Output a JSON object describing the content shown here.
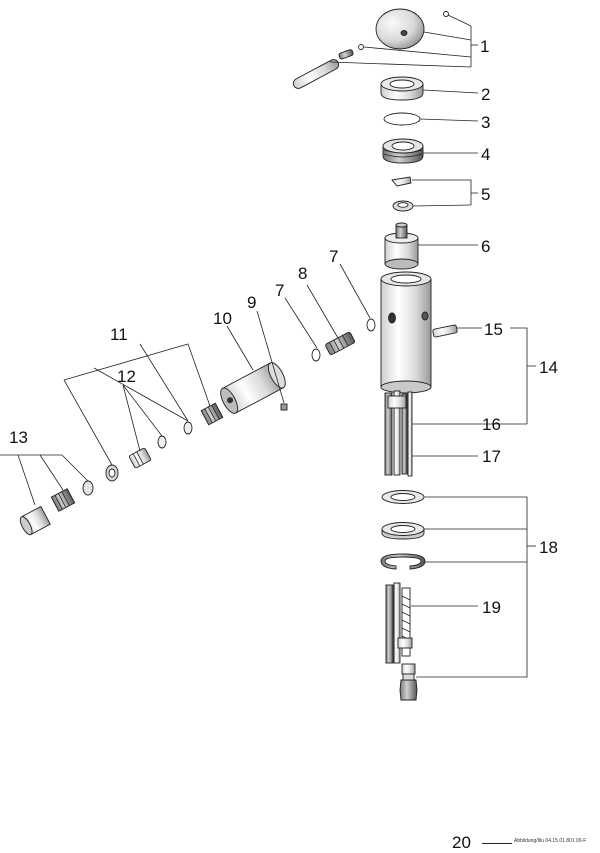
{
  "callouts": {
    "c1": "1",
    "c2": "2",
    "c3": "3",
    "c4": "4",
    "c5": "5",
    "c6": "6",
    "c7a": "7",
    "c7b": "7",
    "c8": "8",
    "c9": "9",
    "c10": "10",
    "c11": "11",
    "c12": "12",
    "c13": "13",
    "c14": "14",
    "c15": "15",
    "c16": "16",
    "c17": "17",
    "c18": "18",
    "c19": "19"
  },
  "footer": {
    "page_number": "20",
    "document_code": "Abbildung/Illu 04.15.01 801 00-F"
  }
}
